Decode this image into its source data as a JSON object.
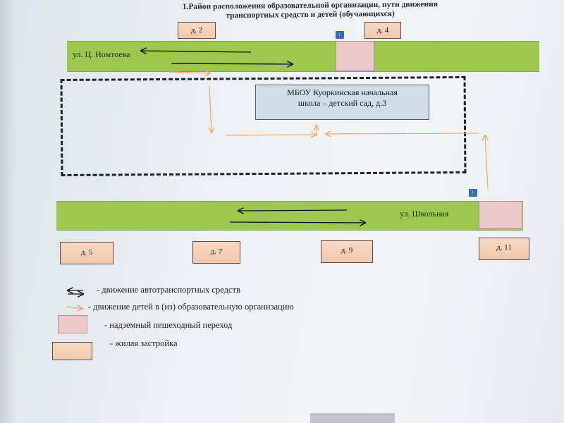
{
  "title": {
    "line1": "1.Район расположения образовательной организации, пути движения",
    "line2": "транспортных средств и детей (обучающихся)"
  },
  "houses": {
    "d2": "д. 2",
    "d4": "д. 4",
    "d5": "д. 5",
    "d7": "д. 7",
    "d9": "д. 9",
    "d11": "д. 11"
  },
  "roads": {
    "top": "ул. Ц. Номтоева",
    "bottom": "ул. Школьная"
  },
  "school": {
    "line1": "МБОУ Куоркинская начальная",
    "line2": "школа – детский сад, д.3"
  },
  "legend": {
    "vehicles": "- движение автотранспортных средств",
    "children": "- движение детей в (из) образовательную организацию",
    "crossing": "- надземный пешеходный переход",
    "housing": "- жилая застройка"
  },
  "colors": {
    "road": "#9cc850",
    "crossing": "#eccac7",
    "housing": "#f3cfb6",
    "child_path": "#f0a868",
    "vehicle_path": "#111111",
    "school_fill": "#cfdde4",
    "ped_sign": "#2f6fc2"
  },
  "icons": {
    "pedestrian_sign": "pedestrian-crossing-sign-icon"
  }
}
